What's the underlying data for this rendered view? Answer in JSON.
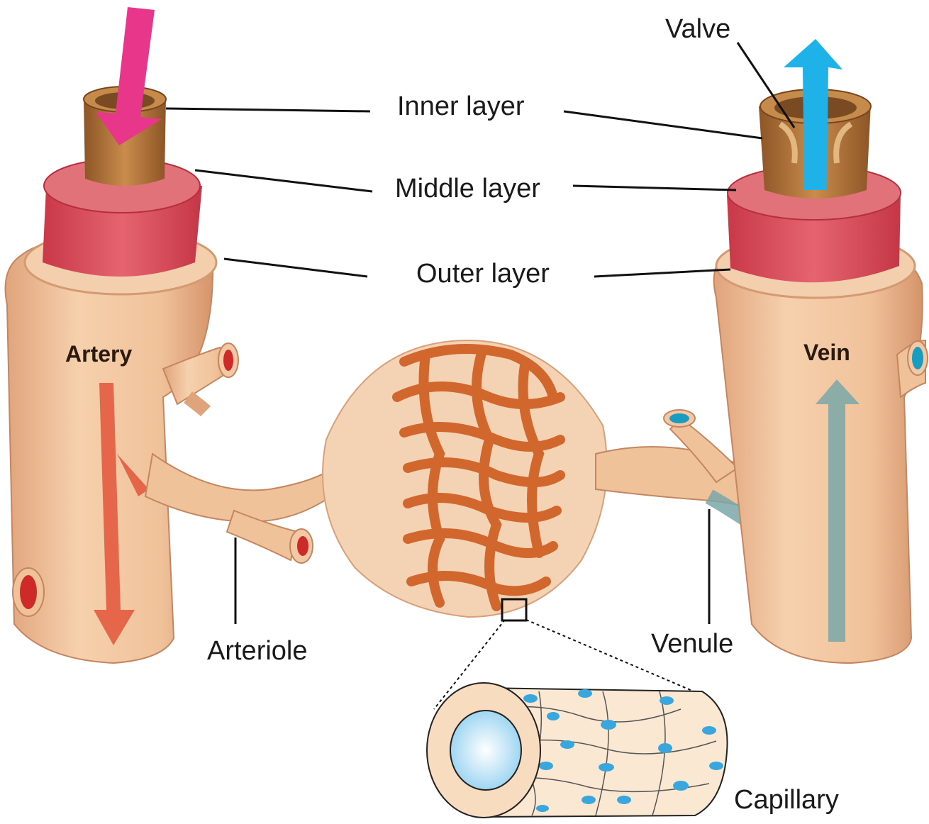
{
  "labels": {
    "inner_layer": "Inner layer",
    "middle_layer": "Middle layer",
    "outer_layer": "Outer layer",
    "valve": "Valve",
    "artery": "Artery",
    "vein": "Vein",
    "arteriole": "Arteriole",
    "venule": "Venule",
    "capillary": "Capillary"
  },
  "colors": {
    "vessel_skin": "#f2c6a0",
    "vessel_shade": "#d99a72",
    "middle_layer": "#d9505c",
    "inner_layer": "#b0743a",
    "capillary_net": "#d2672e",
    "arterial_arrow": "#e5355f",
    "venous_arrow": "#1fb2e8",
    "artery_flow": "#e2553a",
    "vein_flow": "#7aa7a8",
    "capillary_nuclei": "#3aa6de"
  }
}
